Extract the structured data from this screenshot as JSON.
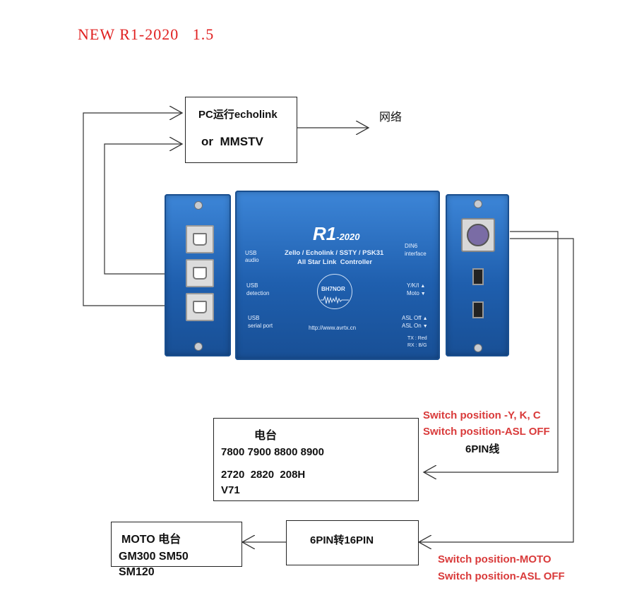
{
  "title": "NEW R1-2020   1.5",
  "pc_box": {
    "line1": "PC运行echolink",
    "line2": "or  MMSTV"
  },
  "network_label": "网络",
  "device": {
    "logo": "R1",
    "logo_suffix": "-2020",
    "subtitle1": "Zello / Echolink / SSTY / PSK31",
    "subtitle2": "All Star Link  Controller",
    "url": "http://www.avrtx.cn",
    "badge": "BH7NOR",
    "left_labels": [
      {
        "line1": "USB",
        "line2": "audio"
      },
      {
        "line1": "USB",
        "line2": "detection"
      },
      {
        "line1": "USB",
        "line2": "serial port"
      }
    ],
    "din_label": {
      "line1": "DIN6",
      "line2": "interface"
    },
    "switch1": {
      "line1": "Y/K/I",
      "line2": "Moto"
    },
    "switch2": {
      "line1": "ASL Off",
      "line2": "ASL On"
    },
    "led": {
      "line1": "TX : Red",
      "line2": "RX : B/G"
    }
  },
  "radio_box": {
    "title": "电台",
    "line1": "7800 7900 8800 8900",
    "line2": "2720  2820  208H",
    "line3": "V71"
  },
  "switch_note1": {
    "line1": "Switch position -Y, K, C",
    "line2": "Switch position-ASL OFF"
  },
  "cable_label": "6PIN线",
  "converter_box": "6PIN转16PIN",
  "moto_box": {
    "line1": "MOTO 电台",
    "line2": "GM300 SM50",
    "line3": "SM120"
  },
  "switch_note2": {
    "line1": "Switch position-MOTO",
    "line2": "Switch position-ASL OFF"
  },
  "colors": {
    "title": "#e02020",
    "note": "#d93a3a",
    "device_blue": "#2a6cc0"
  }
}
